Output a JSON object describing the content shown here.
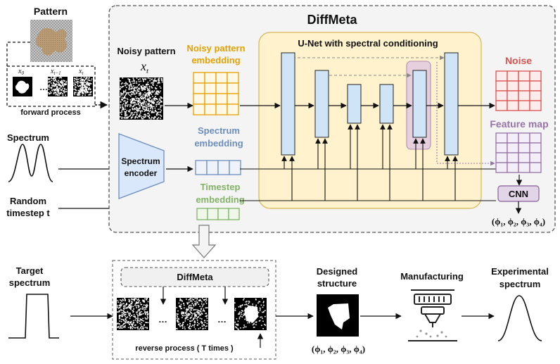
{
  "top": {
    "pattern_label": "Pattern",
    "forward": {
      "x0": "x",
      "x0_sub": "0",
      "xt1": "x",
      "xt1_sub": "t−1",
      "xt": "x",
      "xt_sub": "t",
      "ellipsis": "…",
      "label": "forward process"
    },
    "spectrum_label": "Spectrum",
    "random_line1": "Random",
    "random_line2": "timestep t",
    "diffmeta": {
      "title": "DiffMeta",
      "noisy_pattern": "Noisy pattern",
      "noisy_var": "x",
      "noisy_var_sub": "t",
      "noisy_emb_line1": "Noisy pattern",
      "noisy_emb_line2": "embedding",
      "spectrum_emb_line1": "Spectrum",
      "spectrum_emb_line2": "embedding",
      "encoder_line1": "Spectrum",
      "encoder_line2": "encoder",
      "timestep_emb_line1": "Timestep",
      "timestep_emb_line2": "embedding",
      "unet_title": "U-Net with spectral conditioning",
      "noise_label": "Noise",
      "feature_map_label": "Feature map",
      "cnn_label": "CNN",
      "outputs": "(ϕ₁, ϕ₂, ϕ₃, ϕ₄)"
    }
  },
  "bottom": {
    "target_line1": "Target",
    "target_line2": "spectrum",
    "diffmeta_box": "DiffMeta",
    "ellipsis": "…",
    "reverse_label": "reverse process ( T times )",
    "designed_line1": "Designed",
    "designed_line2": "structure",
    "designed_params": "(ϕ₁, ϕ₂, ϕ₃, ϕ₄)",
    "manufacturing": "Manufacturing",
    "experimental_line1": "Experimental",
    "experimental_line2": "spectrum"
  },
  "colors": {
    "orange": "#e6a100",
    "blue": "#6c8ebf",
    "green": "#82b366",
    "red": "#d9534f",
    "purple": "#9673a6",
    "unet_fill": "#fff2cc",
    "block_fill": "#cfe4f7"
  }
}
